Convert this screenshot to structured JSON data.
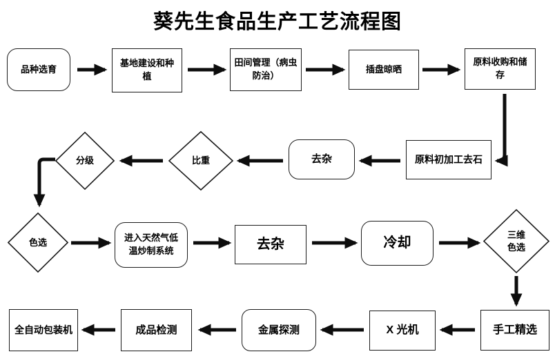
{
  "title": "葵先生食品生产工艺流程图",
  "colors": {
    "line": "#0d0d0d",
    "text": "#000000",
    "background": "#ffffff"
  },
  "nodes": {
    "breeding": {
      "label": "品种选育",
      "shape": "rounded-rect"
    },
    "base_construction": {
      "label": "基地建设和种植",
      "shape": "rect"
    },
    "field_management": {
      "label": "田间管理（病虫防治）",
      "shape": "rect"
    },
    "tray_drying": {
      "label": "插盘晾晒",
      "shape": "rect"
    },
    "raw_purchase_storage": {
      "label": "原料收购和储存",
      "shape": "rect"
    },
    "raw_primary_destone": {
      "label": "原料初加工去石",
      "shape": "rect"
    },
    "impurity_removal_1": {
      "label": "去杂",
      "shape": "rounded-rect"
    },
    "specific_gravity": {
      "label": "比重",
      "shape": "diamond"
    },
    "grading": {
      "label": "分级",
      "shape": "diamond"
    },
    "color_sorting": {
      "label": "色选",
      "shape": "diamond"
    },
    "gas_roasting": {
      "label": "进入天然气低温炒制系统",
      "shape": "rounded-rect"
    },
    "impurity_removal_2": {
      "label": "去杂",
      "shape": "rect"
    },
    "cooling": {
      "label": "冷却",
      "shape": "rounded-rect"
    },
    "sorting_3d": {
      "label": "三维色选",
      "shape": "diamond"
    },
    "manual_selection": {
      "label": "手工精选",
      "shape": "rect"
    },
    "xray_machine": {
      "label": "X 光机",
      "shape": "rect"
    },
    "metal_detection": {
      "label": "金属探测",
      "shape": "rounded-rect"
    },
    "finished_inspection": {
      "label": "成品检测",
      "shape": "rect"
    },
    "auto_packing": {
      "label": "全自动包装机",
      "shape": "rect"
    }
  }
}
